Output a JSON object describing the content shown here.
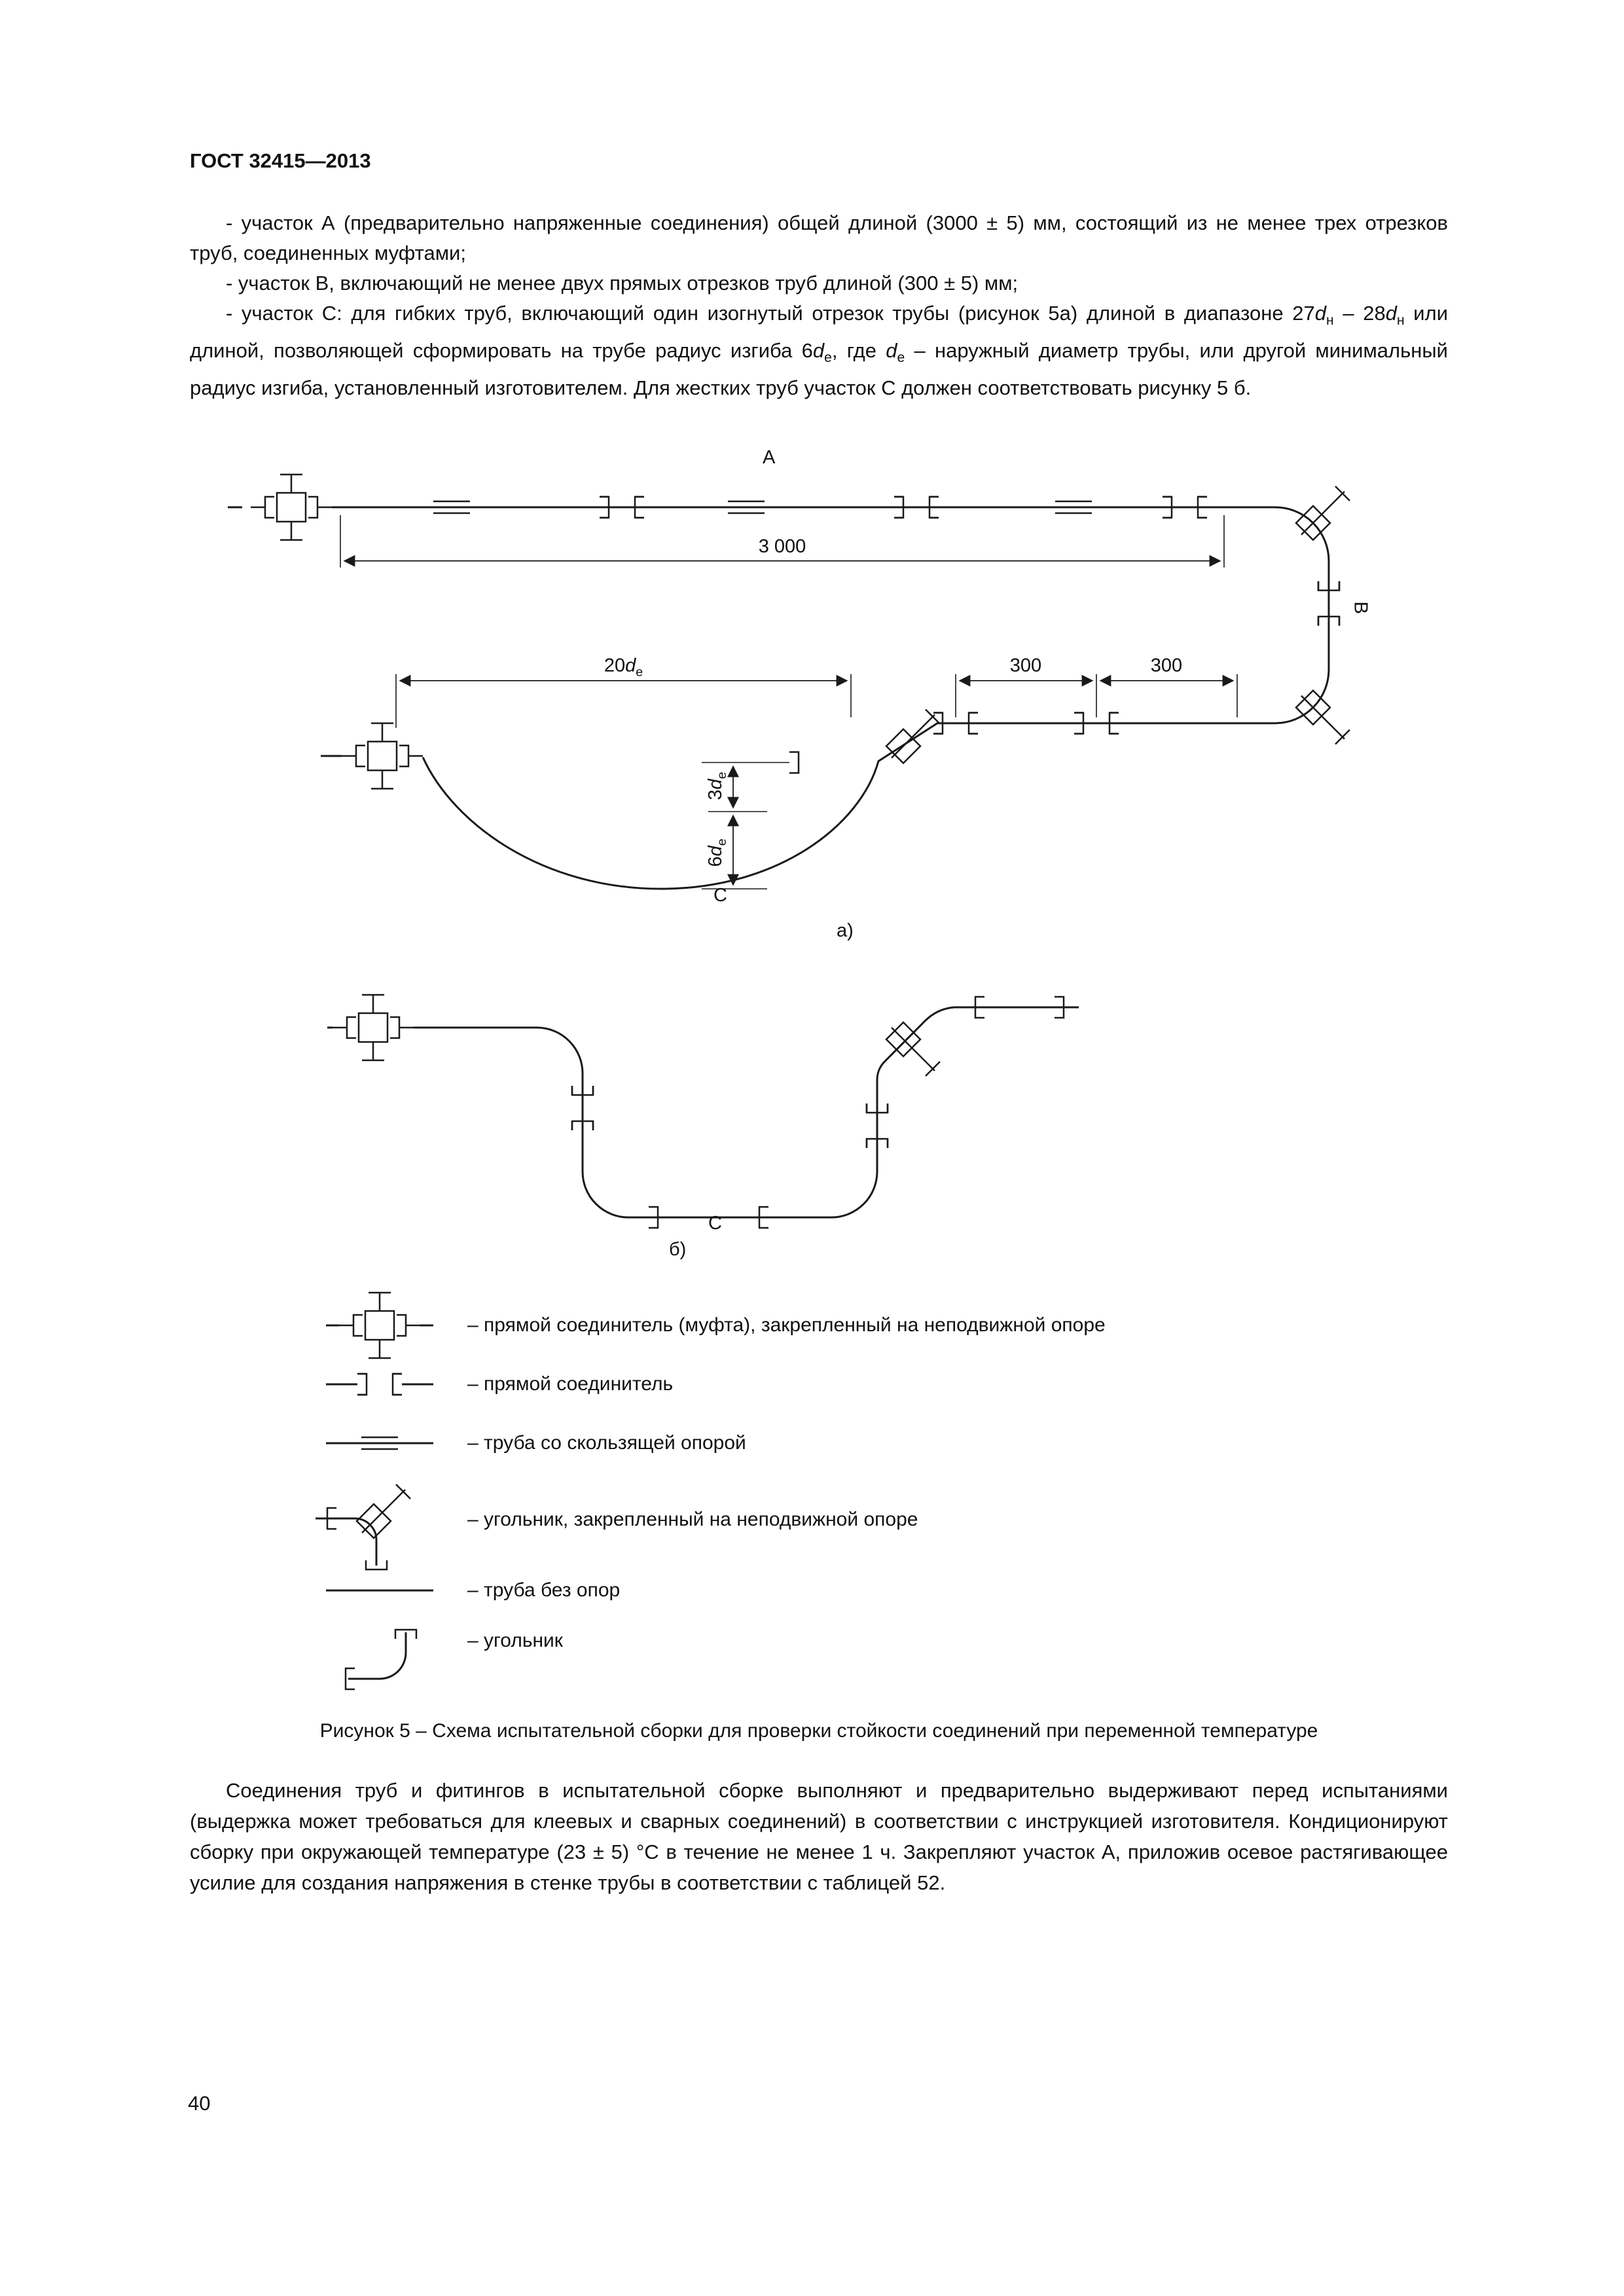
{
  "page": {
    "header": "ГОСТ 32415—2013",
    "number": "40"
  },
  "body": {
    "p1": "- участок А (предварительно напряженные соединения) общей длиной (3000 ± 5) мм, состоящий из не менее трех отрезков труб, соединенных муфтами;",
    "p2": "- участок В, включающий не менее двух прямых отрезков труб длиной (300 ± 5) мм;",
    "p3": "- участок С: для гибких труб, включающий один изогнутый отрезок трубы (рисунок 5а) длиной в диапазоне 27^d^~н~ – 28^d^~н~ или длиной, позволяющей сформировать на трубе радиус изгиба 6^d^~е~, где ^d^~е~ – наружный диаметр трубы, или другой минимальный радиус изгиба, установленный изготовителем. Для жестких труб участок С должен соответствовать рисунку 5 б.",
    "closing": "Соединения труб и фитингов в испытательной сборке выполняют и предварительно выдерживают перед испытаниями (выдержка может требоваться для клеевых и сварных соединений) в соответствии с инструкцией изготовителя. Кондиционируют сборку при окружающей температуре (23 ± 5) °С в течение не менее 1 ч. Закрепляют участок А, приложив осевое растягивающее усилие для создания напряжения в стенке трубы в соответствии с таблицей 52."
  },
  "figure": {
    "caption": "Рисунок 5 – Схема испытательной сборки для проверки стойкости соединений при переменной температуре",
    "labels": {
      "section_a": "A",
      "section_b": "B",
      "section_c_a": "C",
      "section_c_b": "C",
      "sub_a": "а)",
      "sub_b": "б)",
      "dim_3000": "3 000",
      "dim_300_first": "300",
      "dim_300_second": "300",
      "dim_20de": "20^d^~е~",
      "dim_3de": "3^d^~е~",
      "dim_6de": "6^d^~е~"
    }
  },
  "legend": {
    "items": [
      {
        "symbol": "coupling-fixed-support",
        "label": "– прямой соединитель (муфта), закрепленный на неподвижной опоре"
      },
      {
        "symbol": "coupling",
        "label": "– прямой соединитель"
      },
      {
        "symbol": "pipe-sliding-support",
        "label": "– труба со скользящей опорой"
      },
      {
        "symbol": "elbow-fixed-support",
        "label": "– угольник, закрепленный на неподвижной опоре"
      },
      {
        "symbol": "pipe-no-support",
        "label": "– труба без опор"
      },
      {
        "symbol": "elbow",
        "label": "– угольник"
      }
    ]
  }
}
